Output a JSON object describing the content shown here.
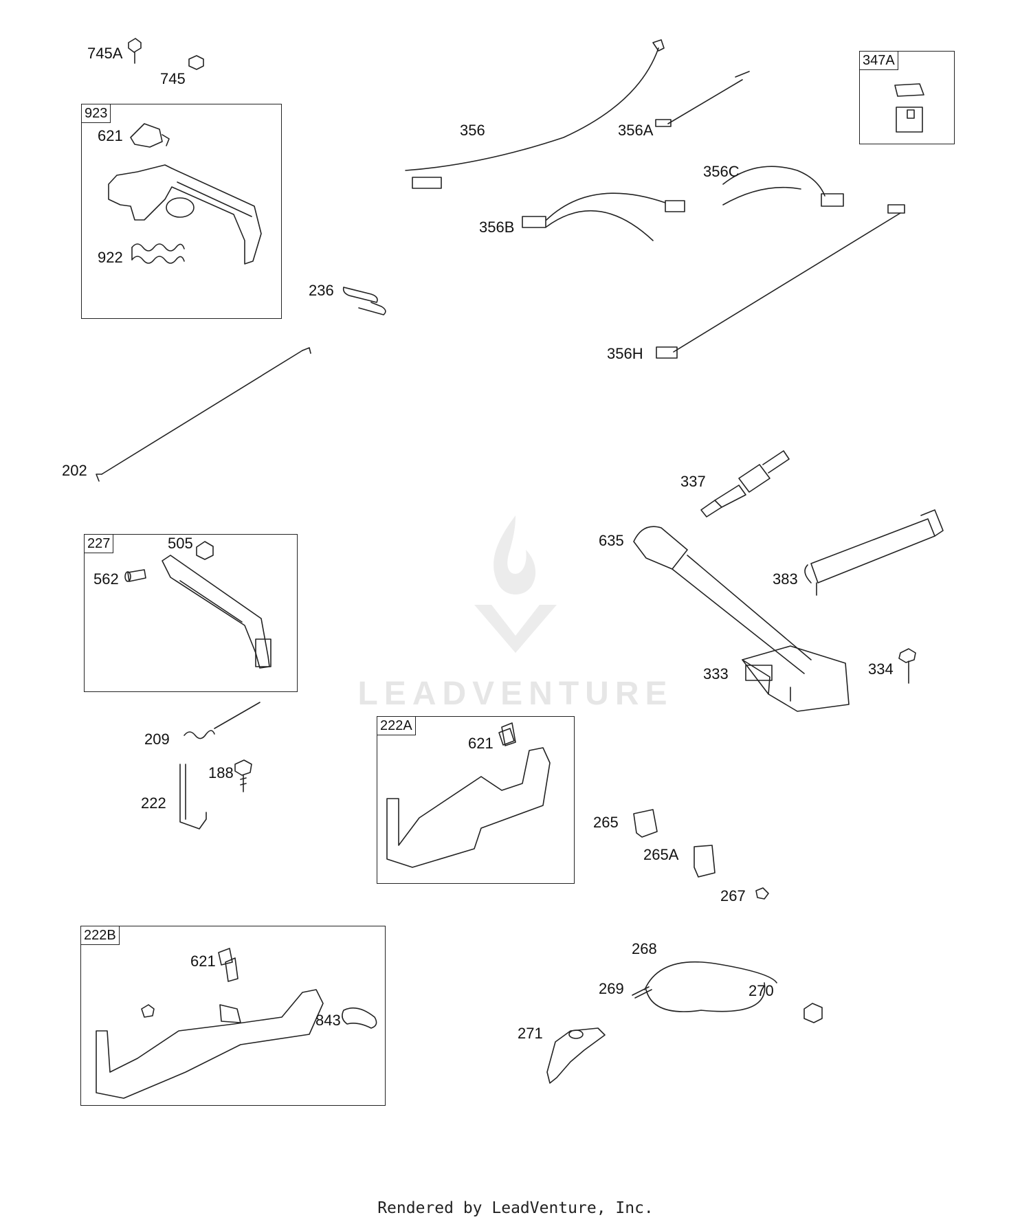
{
  "groups": [
    {
      "id": "923",
      "label": "923"
    },
    {
      "id": "347A",
      "label": "347A"
    },
    {
      "id": "227",
      "label": "227"
    },
    {
      "id": "222A",
      "label": "222A"
    },
    {
      "id": "222B",
      "label": "222B"
    }
  ],
  "callouts": {
    "p745A": "745A",
    "p745": "745",
    "p621_923": "621",
    "p922": "922",
    "p356": "356",
    "p356A": "356A",
    "p356B": "356B",
    "p356C": "356C",
    "p356H": "356H",
    "p236": "236",
    "p202": "202",
    "p337": "337",
    "p635": "635",
    "p383": "383",
    "p333": "333",
    "p334": "334",
    "p505": "505",
    "p562": "562",
    "p209": "209",
    "p188": "188",
    "p222": "222",
    "p621_222A": "621",
    "p265": "265",
    "p265A": "265A",
    "p267": "267",
    "p268": "268",
    "p269": "269",
    "p270": "270",
    "p271": "271",
    "p621_222B": "621",
    "p843": "843"
  },
  "watermark": "LEADVENTURE",
  "footer": "Rendered by LeadVenture, Inc."
}
